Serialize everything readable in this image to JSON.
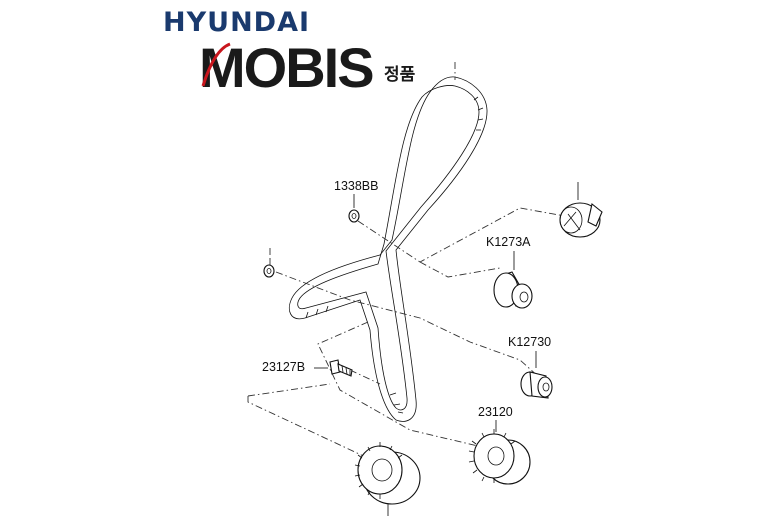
{
  "brand": {
    "top": "HYUNDAI",
    "main": "MOBIS",
    "tag": "정품",
    "colors": {
      "top": "#1a3a6e",
      "main": "#1a1a1a",
      "accent": "#c8161d"
    }
  },
  "parts": {
    "bolt_nut": "1338BB",
    "idler_pulley": "K1273A",
    "small_idler": "K12730",
    "bolt": "23127B",
    "crank_sprocket": "23120"
  }
}
